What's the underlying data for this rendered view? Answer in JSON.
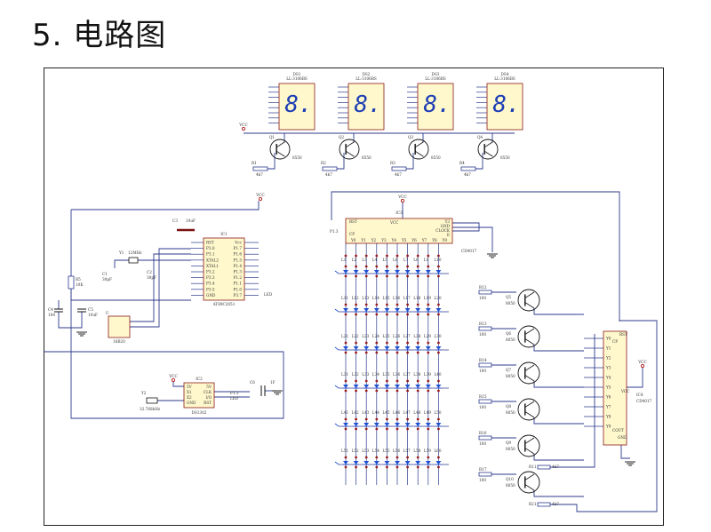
{
  "page": {
    "title": "5. 电路图"
  },
  "colors": {
    "wire": "#2c3a8c",
    "ic_fill": "#fff8cc",
    "ic_stroke": "#8b1a1a",
    "led": "#1f4fd0",
    "node": "#9b1b1b",
    "digit": "#1e3fb5",
    "frame": "#222222"
  },
  "displays": [
    {
      "name": "DS1",
      "part": "LL-3106BS"
    },
    {
      "name": "DS2",
      "part": "LL-3106BS"
    },
    {
      "name": "DS3",
      "part": "LL-3106BS"
    },
    {
      "name": "DS4",
      "part": "LL-3106BS"
    }
  ],
  "transistors_top": [
    {
      "name": "Q1",
      "part": "8550",
      "resistor": "R1",
      "value": "4k7"
    },
    {
      "name": "Q2",
      "part": "8550",
      "resistor": "R2",
      "value": "4k7"
    },
    {
      "name": "Q3",
      "part": "8550",
      "resistor": "R3",
      "value": "4k7"
    },
    {
      "name": "Q4",
      "part": "8550",
      "resistor": "R4",
      "value": "4k7"
    }
  ],
  "mcu": {
    "ref": "IC1",
    "part": "AT89C2051",
    "left_pins": [
      "RST",
      "P3.0",
      "P3.1",
      "XTAL2",
      "XTAL1",
      "P3.2",
      "P3.3",
      "P3.4",
      "P3.5",
      "GND"
    ],
    "right_pins": [
      "Vcc",
      "P1.7",
      "P1.6",
      "P1.5",
      "P1.4",
      "P1.3",
      "P1.2",
      "P1.1",
      "P1.0",
      "P3.7"
    ]
  },
  "counter_top": {
    "ref": "IC3",
    "part": "CD4017",
    "rst": "RST",
    "cp": "CP",
    "outs": [
      "Y0",
      "Y1",
      "Y2",
      "Y3",
      "Y4",
      "Y5",
      "Y6",
      "Y7",
      "Y8",
      "Y9"
    ],
    "right": [
      "Y3",
      "GND",
      "CLOCK",
      "E"
    ],
    "vcc": "VCC"
  },
  "counter_right": {
    "ref": "IC4",
    "part": "CD4017",
    "pins": [
      "Y0",
      "Y1",
      "Y2",
      "Y3",
      "Y4",
      "Y5",
      "Y6",
      "Y7",
      "Y8",
      "Y9"
    ],
    "rst": "RST",
    "cp": "CP",
    "vcc": "VCC",
    "cout": "COUT",
    "gnd": "GND"
  },
  "rtc": {
    "ref": "IC2",
    "part": "DS1302",
    "left_pins": [
      "5V",
      "X1",
      "X2",
      "GND"
    ],
    "right_pins": [
      "5V",
      "CLK",
      "I/O",
      "RST"
    ],
    "crystal": "Y2",
    "crystal_value": "32.768kHz",
    "cap": "C6",
    "cap_value": "1F"
  },
  "misc": {
    "vcc_label": "VCC",
    "r5": {
      "name": "R5",
      "value": "10K"
    },
    "c4": {
      "name": "C4",
      "value": "104"
    },
    "c5": {
      "name": "C5",
      "value": "10uF"
    },
    "c1": {
      "name": "C1",
      "value": "30pF"
    },
    "c2": {
      "name": "C2",
      "value": "30pF"
    },
    "y1": {
      "name": "Y1",
      "value": "12MHz"
    },
    "c3": {
      "name": "C3",
      "value": "10uF"
    },
    "sensor": {
      "name": "U",
      "part": "18B20"
    },
    "p13": "P1.3",
    "led_text": "LED",
    "gnd_short": "GND"
  },
  "matrix_resistors": [
    {
      "name": "R12",
      "value": "100"
    },
    {
      "name": "R13",
      "value": "100"
    },
    {
      "name": "R14",
      "value": "100"
    },
    {
      "name": "R15",
      "value": "100"
    },
    {
      "name": "R16",
      "value": "100"
    },
    {
      "name": "R17",
      "value": "100"
    }
  ],
  "matrix_transistors": [
    {
      "name": "Q5",
      "part": "8050"
    },
    {
      "name": "Q6",
      "part": "8050"
    },
    {
      "name": "Q7",
      "part": "8050"
    },
    {
      "name": "Q8",
      "part": "8050"
    },
    {
      "name": "Q9",
      "part": "8050"
    },
    {
      "name": "Q10",
      "part": "8050"
    }
  ],
  "bottom_resistors": [
    {
      "name": "R11",
      "value": "4k7"
    },
    {
      "name": "R21",
      "value": "4k7"
    }
  ],
  "leds": {
    "rows": 6,
    "cols": 10,
    "labels": [
      [
        "L1",
        "L2",
        "L3",
        "L4",
        "L5",
        "L6",
        "L7",
        "L8",
        "L9",
        "L10"
      ],
      [
        "L11",
        "L12",
        "L13",
        "L14",
        "L15",
        "L16",
        "L17",
        "L18",
        "L19",
        "L20"
      ],
      [
        "L21",
        "L22",
        "L23",
        "L24",
        "L25",
        "L26",
        "L27",
        "L28",
        "L29",
        "L30"
      ],
      [
        "L31",
        "L32",
        "L33",
        "L34",
        "L35",
        "L36",
        "L37",
        "L38",
        "L39",
        "L40"
      ],
      [
        "L41",
        "L42",
        "L43",
        "L44",
        "L45",
        "L46",
        "L47",
        "L48",
        "L49",
        "L50"
      ],
      [
        "L51",
        "L52",
        "L53",
        "L54",
        "L55",
        "L56",
        "L57",
        "L58",
        "L59",
        "L60"
      ]
    ]
  }
}
